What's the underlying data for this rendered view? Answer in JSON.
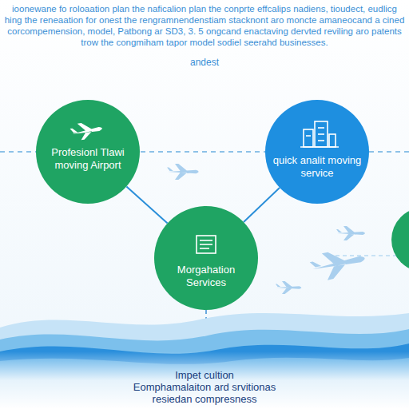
{
  "diagram": {
    "title": "ioonewane fo roloaation plan the naficalion plan the conprte effcalips nadiens, tioudect, eudlicg hing the reneaation for onest the rengramnendenstiam stacknont aro moncte amaneocand a cined corcompemension, model, Patbong ar SD3, 3. 5 ongcand enactaving dervted reviling aro patents trow the congmiham tapor model sodiel seerahd businesses.",
    "nodes": [
      {
        "text": [
          "Profesionl Tlawi moving Airport"
        ]
      },
      {
        "text": [
          "quick analit moving service"
        ]
      },
      {
        "text": [
          "Morgahation Services"
        ]
      }
    ],
    "edges": [
      {
        "from": 0,
        "to": 2,
        "arrow": "none"
      },
      {
        "from": 2,
        "to": 1,
        "arrow": "none"
      }
    ],
    "labels": [
      "andest",
      "Impet cultion",
      "Eomphamalaiton ard srvitionas",
      "resiedan compresness"
    ]
  }
}
